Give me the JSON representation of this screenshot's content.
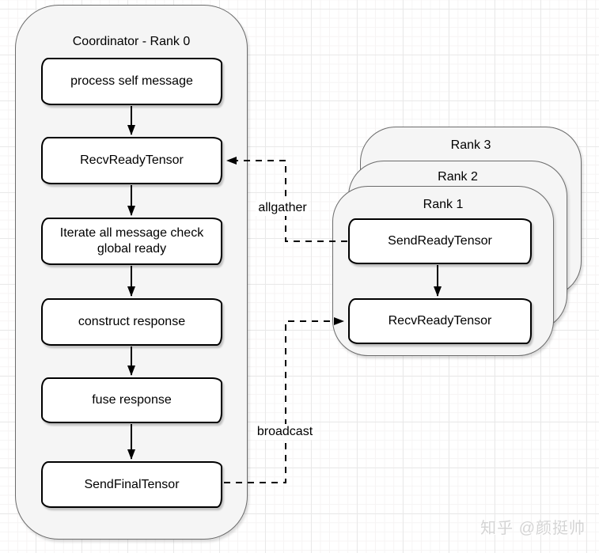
{
  "diagram": {
    "coordinator": {
      "title": "Coordinator - Rank 0",
      "steps": [
        "process self message",
        "RecvReadyTensor",
        "Iterate all message check global ready",
        "construct response",
        "fuse response",
        "SendFinalTensor"
      ]
    },
    "workers": {
      "back_panels": [
        {
          "title": "Rank 3"
        },
        {
          "title": "Rank 2"
        }
      ],
      "front_panel": {
        "title": "Rank 1",
        "steps": [
          "SendReadyTensor",
          "RecvReadyTensor"
        ]
      }
    },
    "edge_labels": {
      "allgather": "allgather",
      "broadcast": "broadcast"
    }
  },
  "watermark": "知乎 @颜挺帅",
  "colors": {
    "container_fill": "#f5f5f5",
    "container_border": "#6b6b6b",
    "box_fill": "#ffffff",
    "box_border": "#000000",
    "connector": "#000000",
    "text": "#000000",
    "watermark_text": "#d4d4d4"
  }
}
